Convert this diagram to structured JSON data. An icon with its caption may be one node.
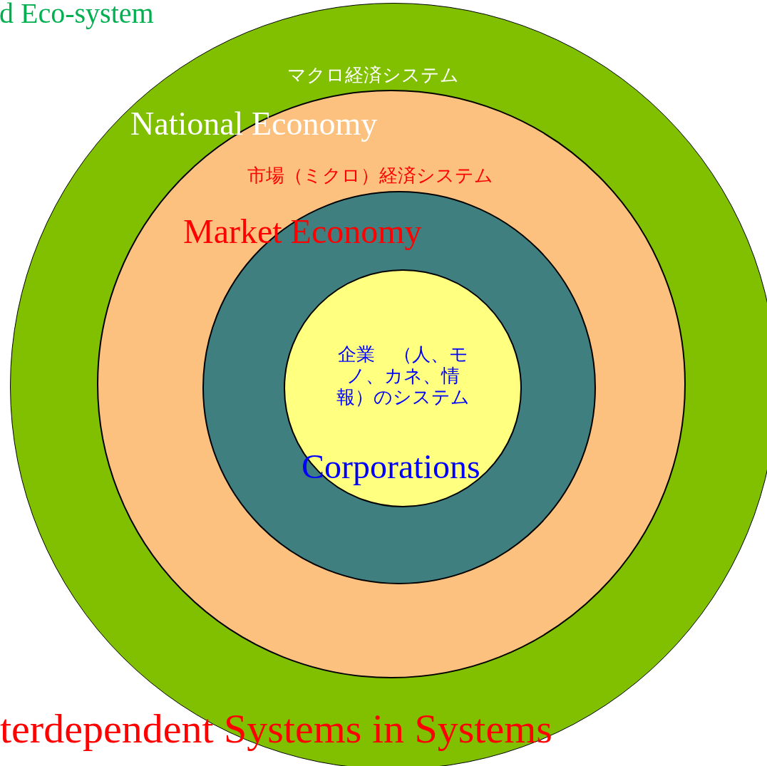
{
  "diagram": {
    "caption": "terdependent Systems in Systems",
    "nodes": [
      {
        "text": [
          "d Eco-system"
        ]
      },
      {
        "text": [
          "マクロ経済システム",
          "National Economy"
        ],
        "in": 0
      },
      {
        "text": [
          "市場（ミクロ）経済システム",
          "Market Economy"
        ],
        "in": 1
      },
      {
        "text": [
          "企業　（人、モノ、カネ、情報）のシステム",
          "Corporations"
        ],
        "in": 2
      }
    ]
  }
}
